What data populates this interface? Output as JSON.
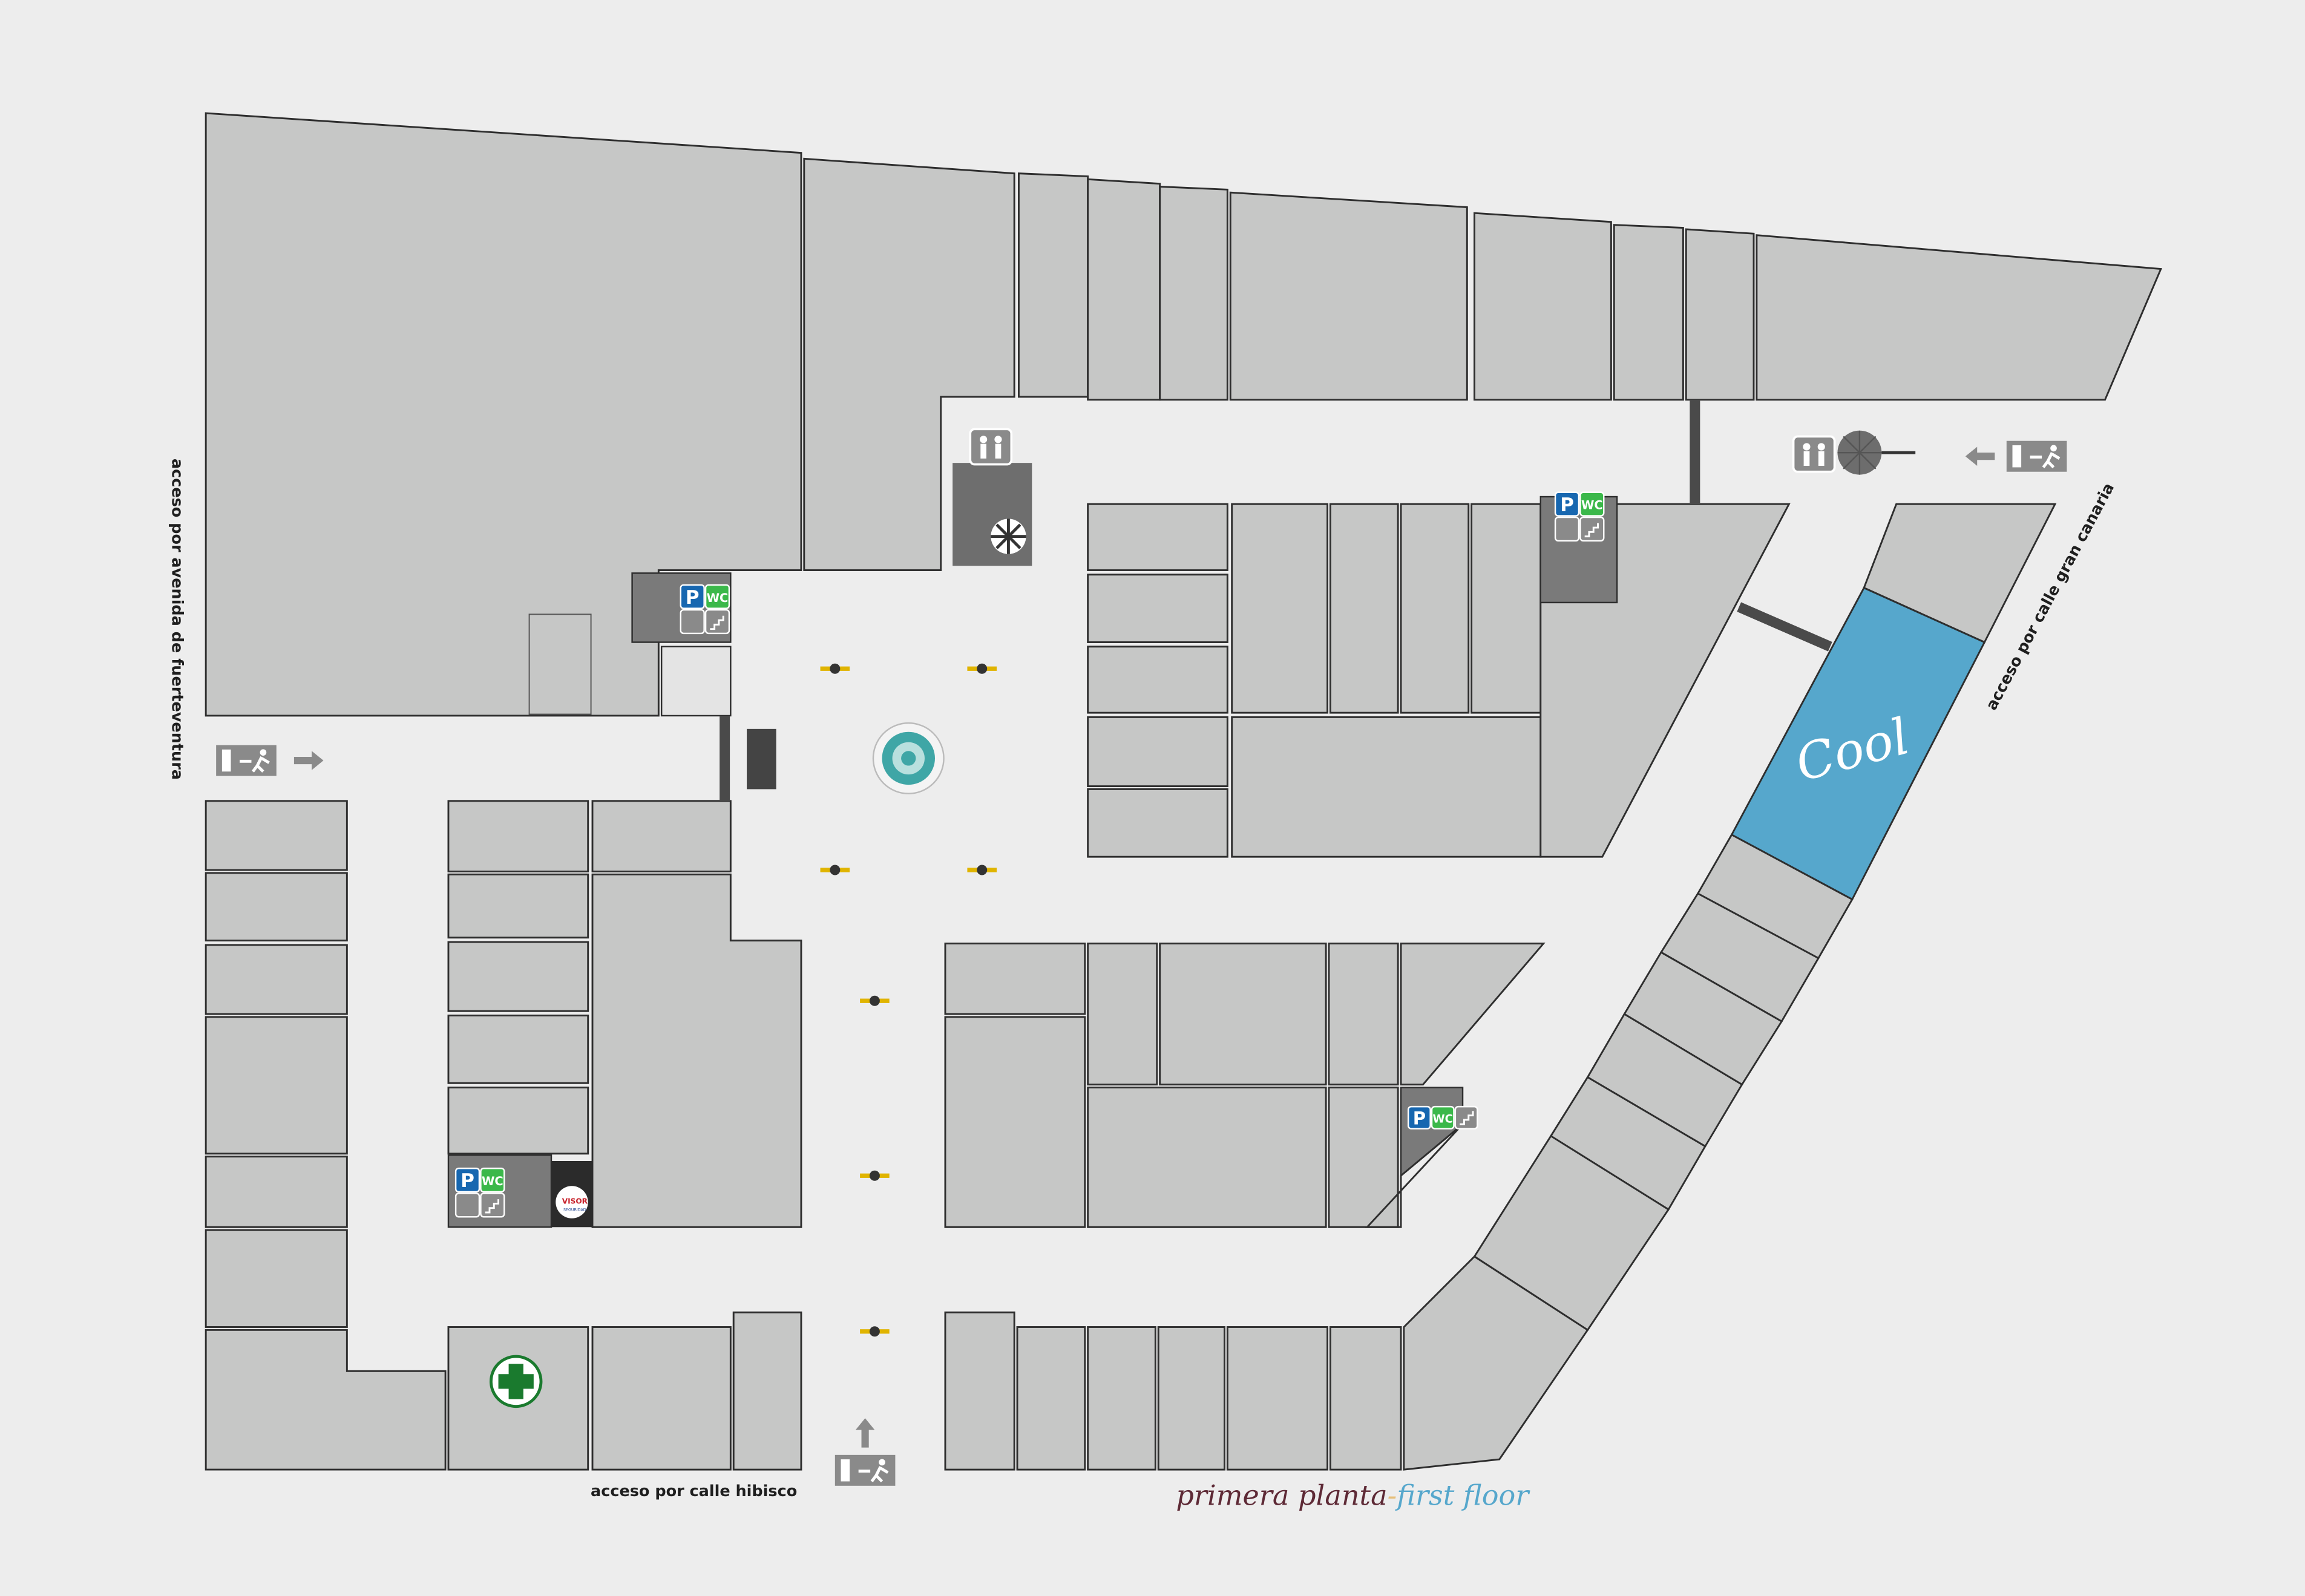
{
  "map": {
    "title": {
      "spanish": "primera planta",
      "separator": "-",
      "english": "first floor"
    },
    "access_labels": {
      "west": "acceso por avenida de fuerteventura",
      "east": "acceso por calle gran canaria",
      "south": "acceso por calle hibisco"
    },
    "signs": {
      "parking": "P",
      "toilets": "WC"
    },
    "store_logos": {
      "cool": "Cool",
      "visor": "VISOR",
      "visor_sub": "SEGURIDAD"
    },
    "icons": [
      "exit-sign-icon",
      "arrow-icon",
      "kids-area-icon",
      "umbrella-icon",
      "parking-icon",
      "wc-icon",
      "elevator-icon",
      "stairs-icon",
      "pharmacy-cross-icon",
      "fountain-icon",
      "lamp-icon"
    ],
    "colors": {
      "background": "#ededed",
      "store": "#c6c7c6",
      "highlight_store": "#56a7cc",
      "title_spanish": "#5e2a36",
      "title_separator": "#e6bf7a",
      "title_english": "#56a7cc",
      "parking": "#1767b0",
      "wc": "#3bb84a",
      "pharmacy": "#1a7a2e"
    }
  }
}
